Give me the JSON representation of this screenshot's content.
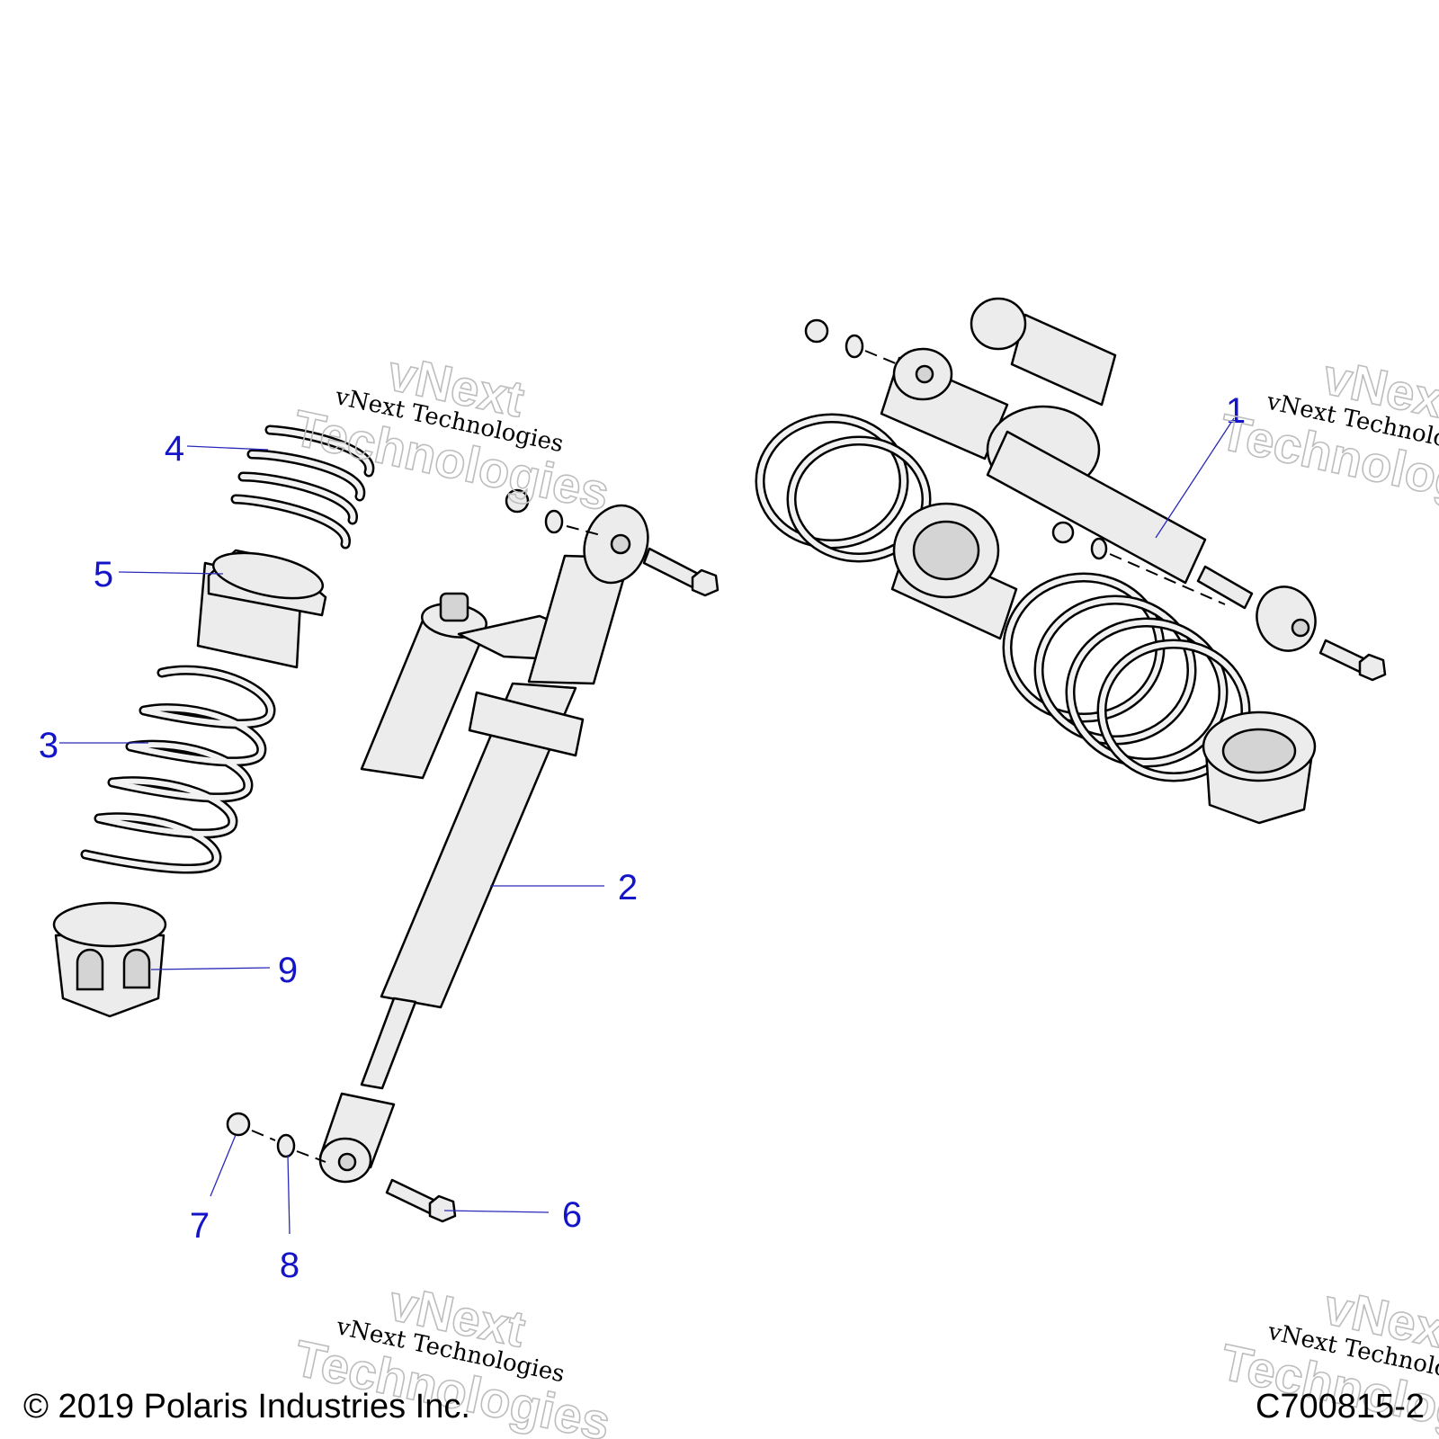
{
  "callouts": [
    {
      "id": "1",
      "label": "1"
    },
    {
      "id": "2",
      "label": "2"
    },
    {
      "id": "3",
      "label": "3"
    },
    {
      "id": "4",
      "label": "4"
    },
    {
      "id": "5",
      "label": "5"
    },
    {
      "id": "6",
      "label": "6"
    },
    {
      "id": "7",
      "label": "7"
    },
    {
      "id": "8",
      "label": "8"
    },
    {
      "id": "9",
      "label": "9"
    }
  ],
  "watermark": {
    "line": "vNext Technologies",
    "word1": "vNext",
    "word2": "Technologies"
  },
  "footer": {
    "copyright": "© 2019 Polaris Industries Inc.",
    "figure_id": "C700815-2"
  },
  "colors": {
    "callout": "#1414c8",
    "line": "#000000",
    "part_fill": "#ececec"
  }
}
